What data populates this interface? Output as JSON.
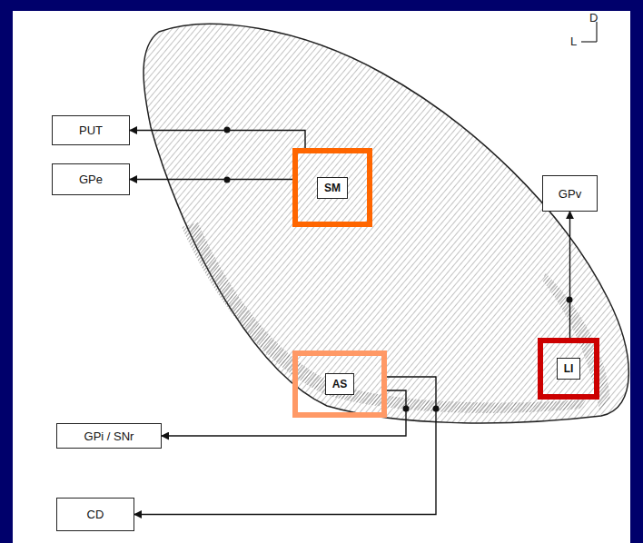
{
  "diagram": {
    "nodes": [
      {
        "text": [
          "PUT"
        ]
      },
      {
        "text": [
          "SM"
        ]
      },
      {
        "text": [
          "GPe"
        ]
      },
      {
        "text": [
          "GPv"
        ]
      },
      {
        "text": [
          "LI"
        ]
      },
      {
        "text": [
          "AS"
        ]
      },
      {
        "text": [
          "GPi / SNr"
        ]
      },
      {
        "text": [
          "CD"
        ]
      }
    ],
    "edges": [
      {
        "from": 1,
        "to": 0,
        "arrow": "to"
      },
      {
        "from": 1,
        "to": 2,
        "arrow": "to"
      },
      {
        "from": 4,
        "to": 3,
        "arrow": "to"
      },
      {
        "from": 5,
        "to": 6,
        "arrow": "to"
      },
      {
        "from": 5,
        "to": 7,
        "arrow": "to"
      }
    ],
    "labels": [
      "D",
      "L"
    ]
  }
}
